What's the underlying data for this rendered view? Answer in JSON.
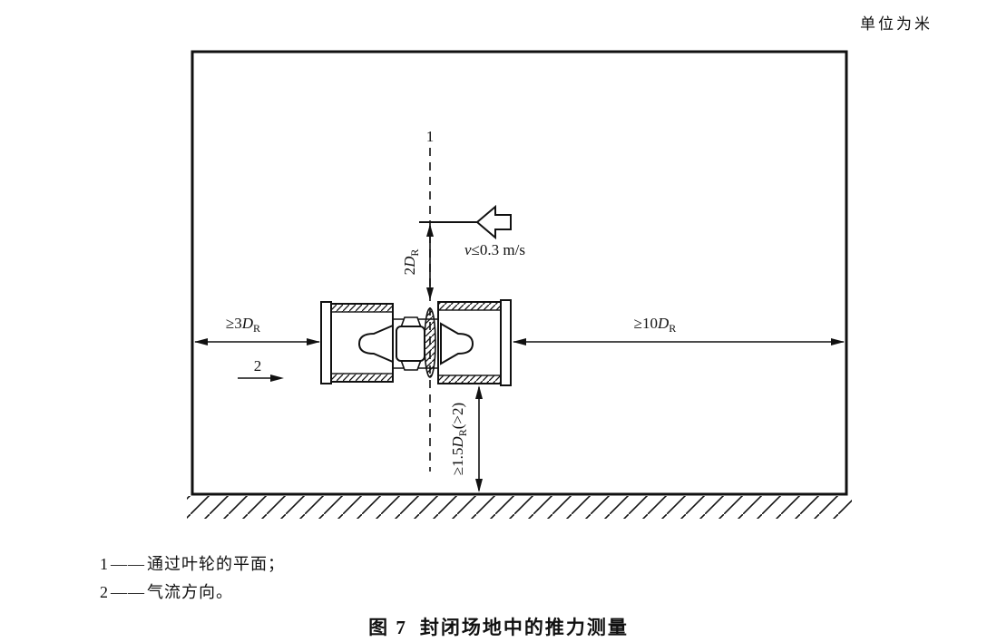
{
  "page": {
    "unit_note": "单位为米"
  },
  "diagram": {
    "plane_label": "1",
    "flow_label": "2",
    "velocity": {
      "symbol": "v",
      "rest": "≤0.3 m/s"
    },
    "dim_left": {
      "prefix": "≥3",
      "symbol": "D",
      "subscript": "R"
    },
    "dim_right": {
      "prefix": "≥10",
      "symbol": "D",
      "subscript": "R"
    },
    "dim_top": {
      "prefix": "2",
      "symbol": "D",
      "subscript": "R"
    },
    "dim_bottom": {
      "prefix": "≥1.5",
      "symbol": "D",
      "subscript": "R",
      "suffix": "(>2)"
    }
  },
  "legend": {
    "items": [
      {
        "num": "1",
        "dash": "——",
        "text": "通过叶轮的平面；"
      },
      {
        "num": "2",
        "dash": "——",
        "text": "气流方向。"
      }
    ]
  },
  "caption": {
    "label": "图 7",
    "title": "封闭场地中的推力测量"
  }
}
